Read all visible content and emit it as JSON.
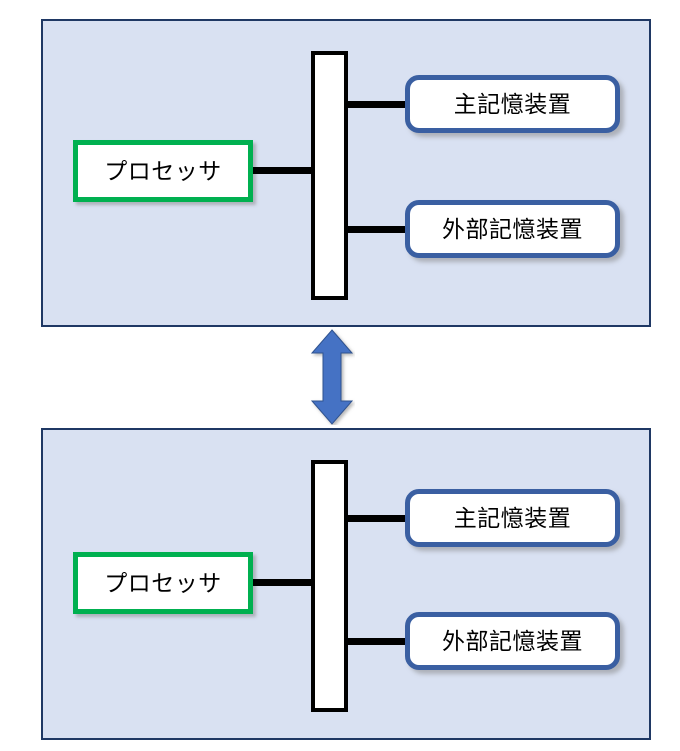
{
  "diagram": {
    "title": "computer-architecture-bus-diagram",
    "colors": {
      "panel_fill": "#D9E1F2",
      "panel_border": "#1F3864",
      "processor_border": "#00B050",
      "device_border": "#3A5FA2",
      "arrow": "#4472C4",
      "connector": "#000000",
      "bus_fill": "#FFFFFF",
      "bus_border": "#000000"
    },
    "panels": [
      {
        "id": "top",
        "name": "upper-architecture-panel",
        "processor": {
          "label": "プロセッサ"
        },
        "bus": {
          "label": ""
        },
        "devices": [
          {
            "label": "主記憶装置"
          },
          {
            "label": "外部記憶装置"
          }
        ]
      },
      {
        "id": "bottom",
        "name": "lower-architecture-panel",
        "processor": {
          "label": "プロセッサ"
        },
        "bus": {
          "label": ""
        },
        "devices": [
          {
            "label": "主記憶装置"
          },
          {
            "label": "外部記憶装置"
          }
        ]
      }
    ],
    "connector_arrow": {
      "name": "vertical-double-arrow",
      "direction": "bidirectional-vertical"
    }
  }
}
